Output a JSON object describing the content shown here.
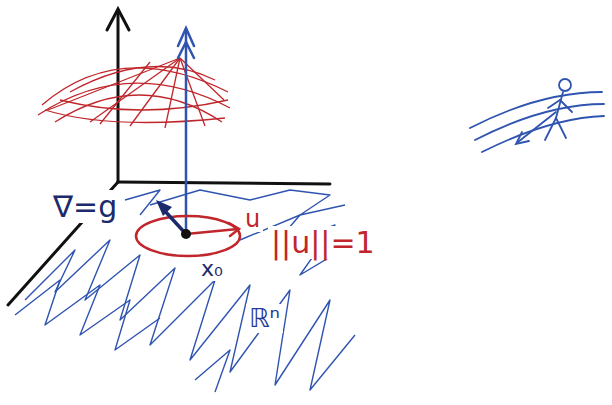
{
  "diagram": {
    "labels": [
      "∇=g",
      "u",
      "||u||=1",
      "x₀",
      "ℝⁿ"
    ]
  }
}
